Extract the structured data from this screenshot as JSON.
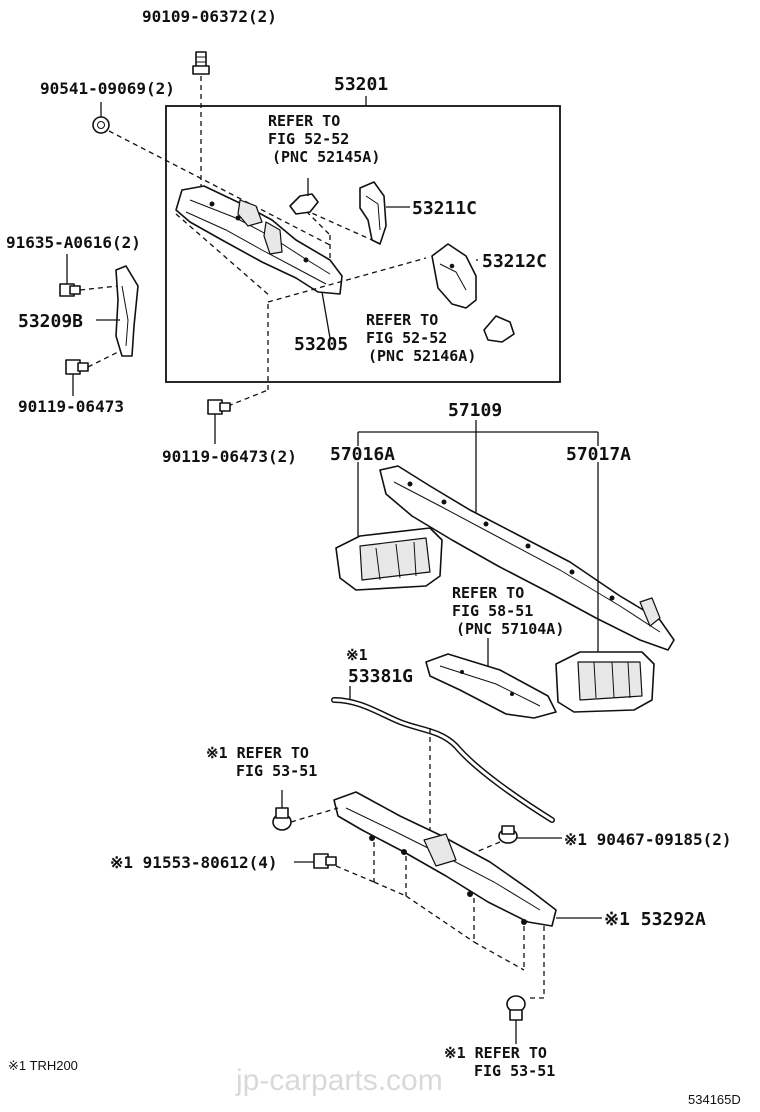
{
  "labels": {
    "bolt_top": "90109-06372(2)",
    "nut_left": "90541-09069(2)",
    "group_53201": "53201",
    "refer_a_line1": "REFER TO",
    "refer_a_line2": "FIG 52-52",
    "refer_a_line3": "(PNC 52145A)",
    "p53211c": "53211C",
    "bolt_left": "91635-A0616(2)",
    "p53212c": "53212C",
    "p53209b": "53209B",
    "refer_b_line1": "REFER TO",
    "refer_b_line2": "FIG 52-52",
    "refer_b_line3": "(PNC 52146A)",
    "p53205": "53205",
    "bolt_low_left": "90119-06473",
    "bolt_low_mid": "90119-06473(2)",
    "group_57109": "57109",
    "p57016a": "57016A",
    "p57017a": "57017A",
    "refer_c_line1": "REFER TO",
    "refer_c_line2": "FIG 58-51",
    "refer_c_line3": "(PNC 57104A)",
    "mark_53381g": "※1",
    "p53381g": "53381G",
    "refer_d_line1": "※1 REFER TO",
    "refer_d_line2": "FIG 53-51",
    "p90467": "※1 90467-09185(2)",
    "p91553": "※1 91553-80612(4)",
    "p53292a": "※1 53292A",
    "refer_e_line1": "※1 REFER TO",
    "refer_e_line2": "FIG 53-51",
    "footnote": "※1 TRH200",
    "watermark": "jp-carparts.com",
    "diagram_code": "534165D"
  }
}
